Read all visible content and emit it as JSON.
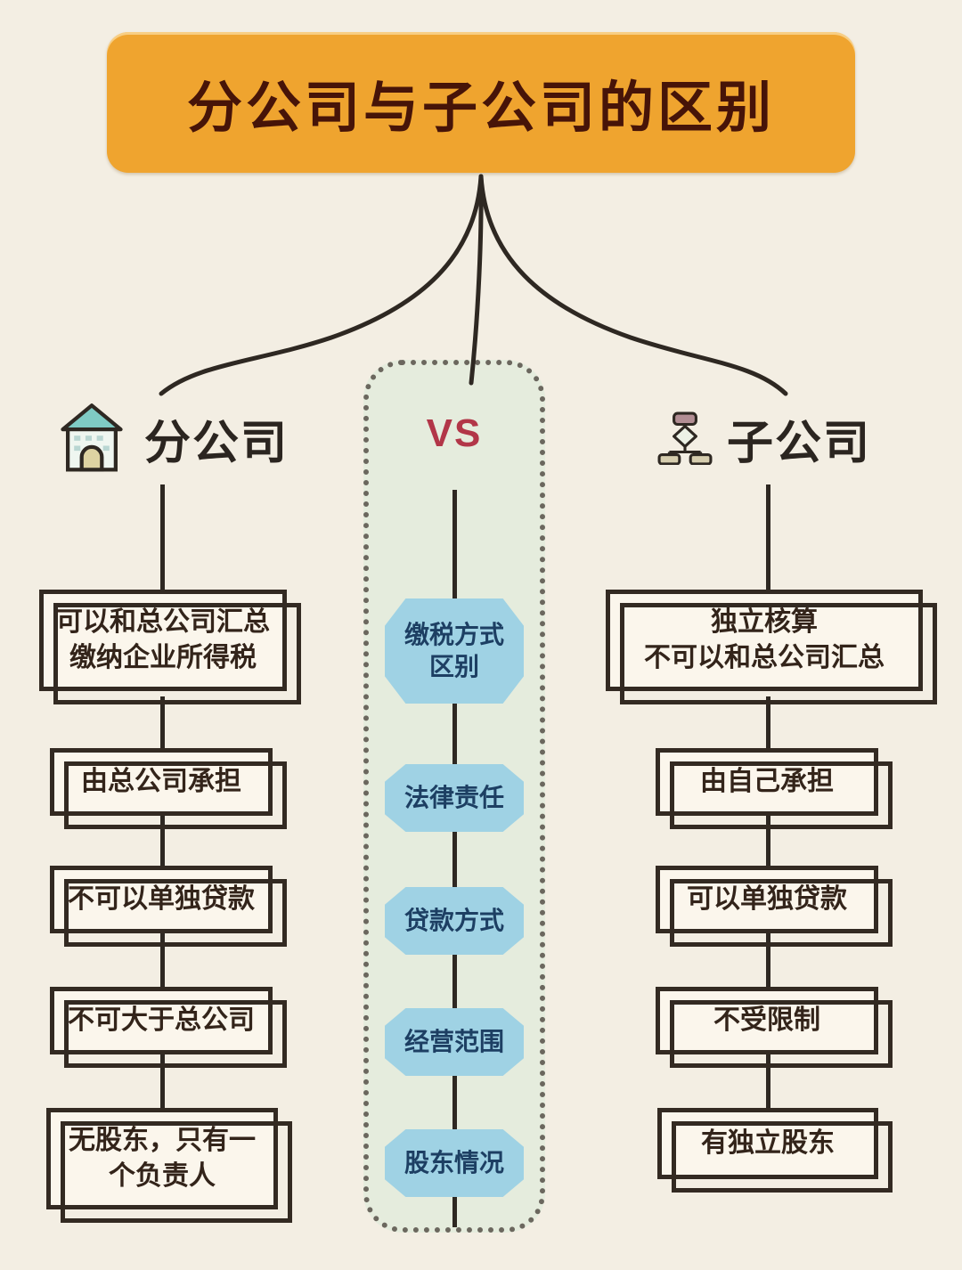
{
  "title": "分公司与子公司的区别",
  "vs_label": "VS",
  "left": {
    "header": "分公司",
    "icon": "house-icon",
    "boxes": [
      "可以和总公司汇总\n缴纳企业所得税",
      "由总公司承担",
      "不可以单独贷款",
      "不可大于总公司",
      "无股东，只有一\n个负责人"
    ]
  },
  "center": {
    "items": [
      "缴税方式\n区别",
      "法律责任",
      "贷款方式",
      "经营范围",
      "股东情况"
    ]
  },
  "right": {
    "header": "子公司",
    "icon": "org-chart-icon",
    "boxes": [
      "独立核算\n不可以和总公司汇总",
      "由自己承担",
      "可以单独贷款",
      "不受限制",
      "有独立股东"
    ]
  },
  "colors": {
    "background": "#f3eee3",
    "title_bg": "#efa42f",
    "title_text": "#471408",
    "box_bg": "#fbf6ec",
    "box_border": "#332a22",
    "box_text": "#33241a",
    "panel_bg": "#e5ecdd",
    "panel_dots": "#6b675e",
    "hex_bg": "#9fd2e4",
    "hex_text": "#1d3f63",
    "vs_text": "#b23648",
    "line": "#2e2822"
  }
}
